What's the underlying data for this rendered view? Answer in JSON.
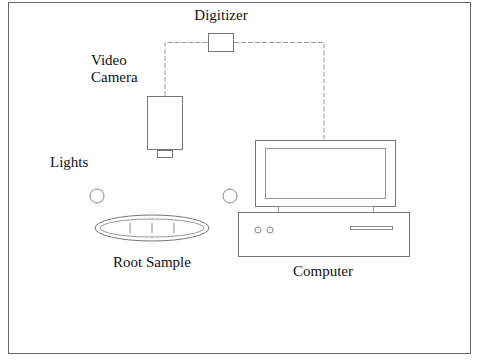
{
  "diagram": {
    "nodes": [
      {
        "text": [
          "Digitizer"
        ]
      },
      {
        "text": [
          "Video Camera"
        ]
      },
      {
        "text": [
          "Root Sample"
        ]
      },
      {
        "text": [
          "Computer"
        ]
      }
    ],
    "edges": [
      {
        "from": 1,
        "to": 0,
        "arrow": "none"
      },
      {
        "from": 0,
        "to": 3,
        "arrow": "none"
      }
    ],
    "labels": [
      "Lights"
    ]
  }
}
